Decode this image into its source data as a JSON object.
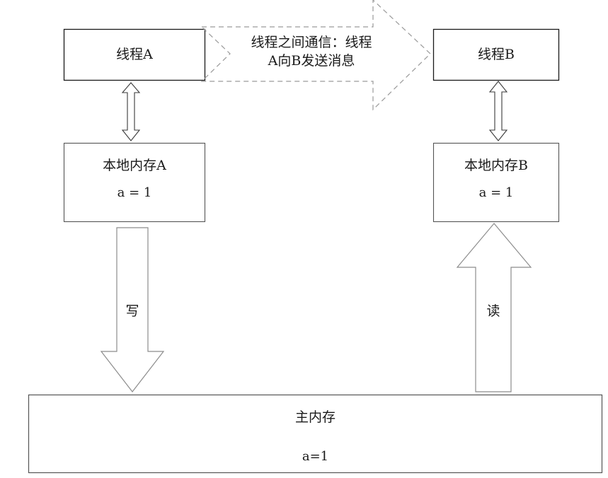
{
  "diagram": {
    "thread_a": {
      "label": "线程A"
    },
    "thread_b": {
      "label": "线程B"
    },
    "message_arrow": {
      "line1": "线程之间通信：线程",
      "line2": "A向B发送消息",
      "style": "dashed",
      "direction": "right"
    },
    "local_memory_a": {
      "title": "本地内存A",
      "value": "a = 1"
    },
    "local_memory_b": {
      "title": "本地内存B",
      "value": "a = 1"
    },
    "write_arrow": {
      "label": "写",
      "direction": "down"
    },
    "read_arrow": {
      "label": "读",
      "direction": "up"
    },
    "main_memory": {
      "title": "主内存",
      "value": "a=1"
    },
    "colors": {
      "box_border": "#1a1a1a",
      "arrow_stroke": "#8c8c8c",
      "dashed_stroke": "#9a9a9a",
      "text": "#1a1a1a"
    }
  }
}
